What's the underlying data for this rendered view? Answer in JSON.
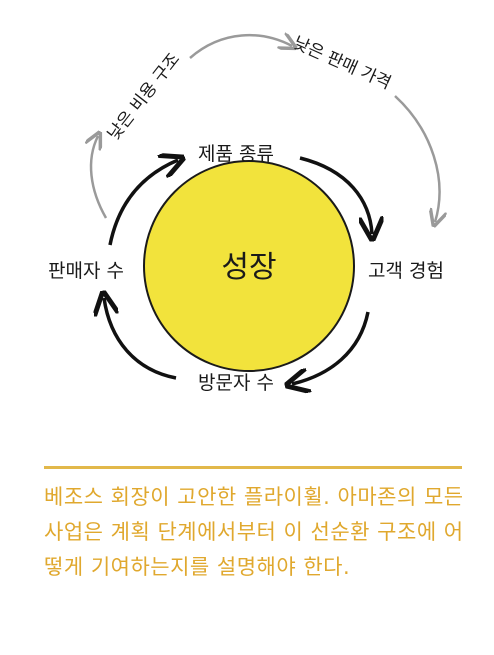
{
  "diagram": {
    "center_label": "성장",
    "inner_cycle": [
      "제품 종류",
      "고객 경험",
      "방문자 수",
      "판매자 수"
    ],
    "outer_cycle": [
      "낮은 비용 구조",
      "낮은 판매 가격"
    ],
    "colors": {
      "circle_fill": "#f2e33c",
      "circle_stroke": "#1a1a1a",
      "inner_arrows": "#111111",
      "outer_arrows": "#9a9a9a"
    }
  },
  "caption": {
    "text": "베조스 회장이 고안한 플라이휠. 아마존의 모든 사업은 계획 단계에서부터 이 선순환 구조에 어떻게 기여하는지를 설명해야 한다.",
    "color": "#e0a82e",
    "rule_color": "#e2b84a"
  }
}
